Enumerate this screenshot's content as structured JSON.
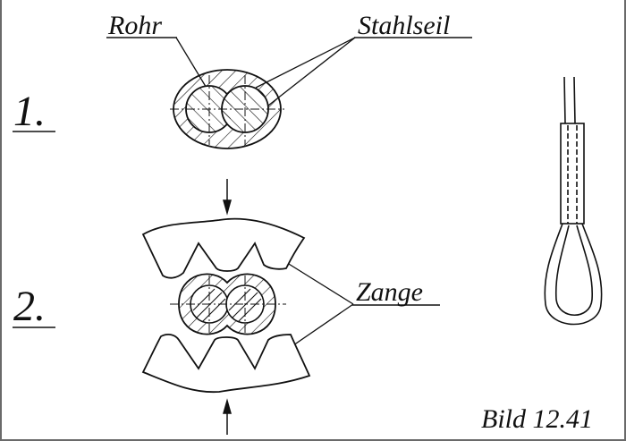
{
  "labels": {
    "rohr": "Rohr",
    "stahlseil": "Stahlseil",
    "step1": "1.",
    "step2": "2.",
    "zange": "Zange",
    "caption": "Bild 12.41"
  },
  "colors": {
    "ink": "#111111",
    "background": "#ffffff",
    "frame": "#6a6a6a"
  }
}
